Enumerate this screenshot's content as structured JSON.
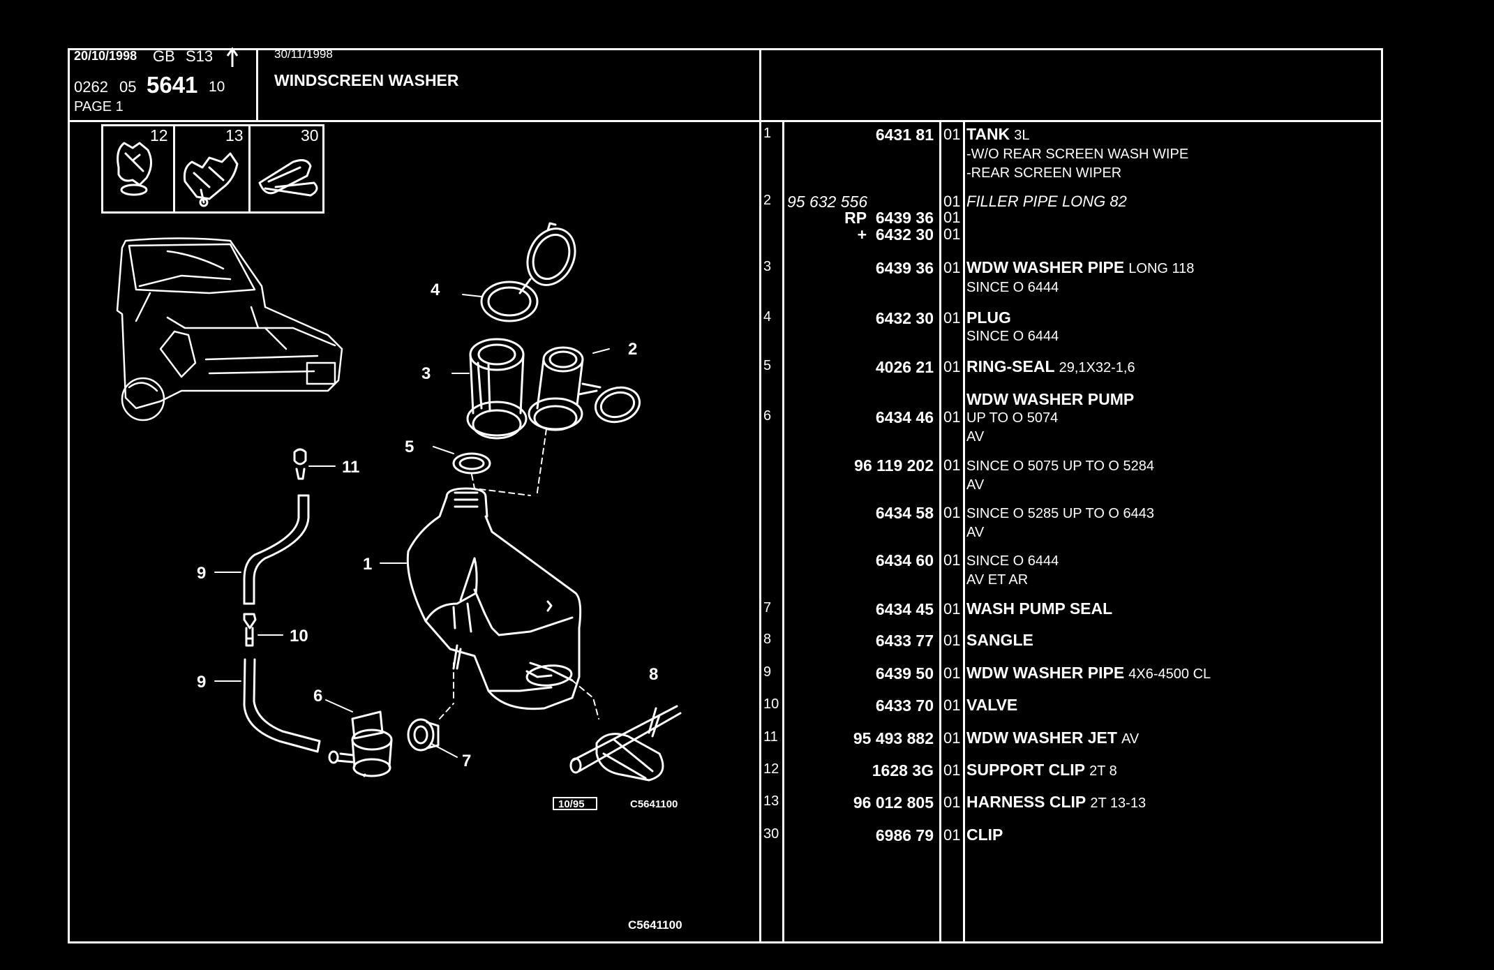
{
  "header": {
    "date_left": "20/10/1998",
    "region": "GB",
    "series": "S13",
    "code_prefix": "0262",
    "code_mid": "05",
    "code_main": "5641",
    "code_suffix": "10",
    "page": "PAGE",
    "page_number": "1",
    "date_right": "30/11/1998",
    "title": "WINDSCREEN WASHER"
  },
  "insets": [
    {
      "number": "12",
      "icon": "support-clip-icon"
    },
    {
      "number": "13",
      "icon": "harness-clip-icon"
    },
    {
      "number": "30",
      "icon": "clip-icon"
    }
  ],
  "diagram": {
    "callouts": [
      "1",
      "2",
      "3",
      "4",
      "5",
      "6",
      "7",
      "8",
      "9",
      "9",
      "10",
      "11"
    ],
    "stamp_box": "10/95",
    "stamp_ref": "C5641100",
    "footer_ref": "C5641100"
  },
  "parts": [
    {
      "ref": "1",
      "lines": [
        {
          "pn": "6431 81",
          "qty": "01"
        }
      ],
      "desc": [
        {
          "main": "TANK",
          "extra": "3L"
        },
        {
          "sub": "-W/O REAR SCREEN WASH WIPE"
        },
        {
          "sub": "-REAR SCREEN WIPER"
        }
      ]
    },
    {
      "ref": "2",
      "lines": [
        {
          "pn": "95 632 556",
          "qty": "01",
          "italic": true
        },
        {
          "prefix": "RP",
          "pn": "6439 36",
          "qty": "01"
        },
        {
          "prefix": "+",
          "pn": "6432 30",
          "qty": "01"
        }
      ],
      "desc": [
        {
          "italic": "FILLER PIPE LONG 82"
        }
      ]
    },
    {
      "ref": "3",
      "lines": [
        {
          "pn": "6439 36",
          "qty": "01"
        }
      ],
      "desc": [
        {
          "main": "WDW WASHER PIPE",
          "extra": "LONG 118"
        },
        {
          "sub": "SINCE O 6444"
        }
      ]
    },
    {
      "ref": "4",
      "lines": [
        {
          "pn": "6432 30",
          "qty": "01"
        }
      ],
      "desc": [
        {
          "main": "PLUG"
        },
        {
          "sub": "SINCE O 6444"
        }
      ]
    },
    {
      "ref": "5",
      "lines": [
        {
          "pn": "4026 21",
          "qty": "01"
        }
      ],
      "desc": [
        {
          "main": "RING-SEAL",
          "extra": "29,1X32-1,6"
        }
      ]
    },
    {
      "ref": "6",
      "lines": [
        {
          "pn": "6434 46",
          "qty": "01"
        }
      ],
      "desc": [
        {
          "main": "WDW WASHER PUMP"
        },
        {
          "sub": "UP TO O 5074"
        },
        {
          "sub": "AV"
        }
      ]
    },
    {
      "ref": "",
      "lines": [
        {
          "pn": "96 119 202",
          "qty": "01"
        }
      ],
      "desc": [
        {
          "sub": "SINCE O 5075 UP TO O 5284"
        },
        {
          "sub": "AV"
        }
      ]
    },
    {
      "ref": "",
      "lines": [
        {
          "pn": "6434 58",
          "qty": "01"
        }
      ],
      "desc": [
        {
          "sub": "SINCE O 5285 UP TO O 6443"
        },
        {
          "sub": "AV"
        }
      ]
    },
    {
      "ref": "",
      "lines": [
        {
          "pn": "6434 60",
          "qty": "01"
        }
      ],
      "desc": [
        {
          "sub": "SINCE O 6444"
        },
        {
          "sub": "AV ET AR"
        }
      ]
    },
    {
      "ref": "7",
      "lines": [
        {
          "pn": "6434 45",
          "qty": "01"
        }
      ],
      "desc": [
        {
          "main": "WASH PUMP SEAL"
        }
      ]
    },
    {
      "ref": "8",
      "lines": [
        {
          "pn": "6433 77",
          "qty": "01"
        }
      ],
      "desc": [
        {
          "main": "SANGLE"
        }
      ]
    },
    {
      "ref": "9",
      "lines": [
        {
          "pn": "6439 50",
          "qty": "01"
        }
      ],
      "desc": [
        {
          "main": "WDW WASHER PIPE",
          "extra": "4X6-4500 CL"
        }
      ]
    },
    {
      "ref": "10",
      "lines": [
        {
          "pn": "6433 70",
          "qty": "01"
        }
      ],
      "desc": [
        {
          "main": "VALVE"
        }
      ]
    },
    {
      "ref": "11",
      "lines": [
        {
          "pn": "95 493 882",
          "qty": "01"
        }
      ],
      "desc": [
        {
          "main": "WDW WASHER JET",
          "extra": "AV"
        }
      ]
    },
    {
      "ref": "12",
      "lines": [
        {
          "pn": "1628 3G",
          "qty": "01"
        }
      ],
      "desc": [
        {
          "main": "SUPPORT CLIP",
          "extra": "2T 8"
        }
      ]
    },
    {
      "ref": "13",
      "lines": [
        {
          "pn": "96 012 805",
          "qty": "01"
        }
      ],
      "desc": [
        {
          "main": "HARNESS CLIP",
          "extra": "2T 13-13"
        }
      ]
    },
    {
      "ref": "30",
      "lines": [
        {
          "pn": "6986 79",
          "qty": "01"
        }
      ],
      "desc": [
        {
          "main": "CLIP"
        }
      ]
    }
  ]
}
